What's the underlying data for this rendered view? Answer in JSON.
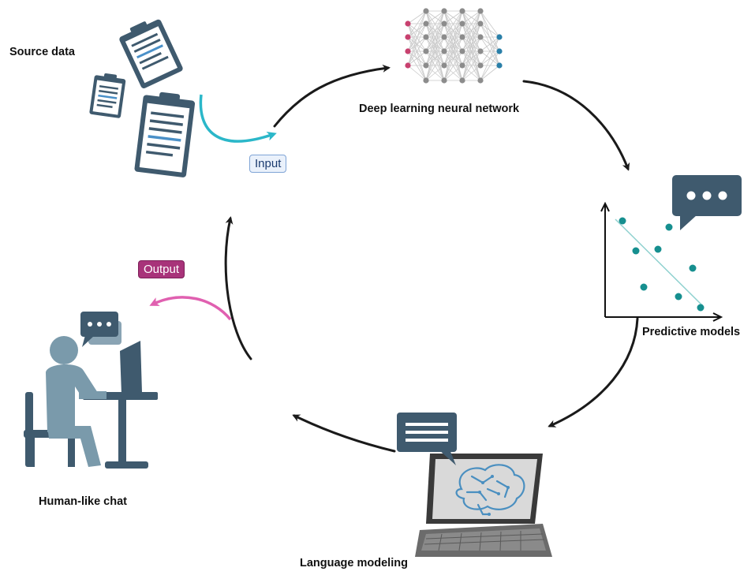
{
  "labels": {
    "source_data": "Source data",
    "deep_learning": "Deep learning neural network",
    "predictive_models": "Predictive models",
    "language_modeling": "Language modeling",
    "human_chat": "Human-like chat"
  },
  "tags": {
    "input": "Input",
    "output": "Output"
  },
  "colors": {
    "cycle_arrow": "#1a1a1a",
    "input_arrow": "#2bb7c9",
    "output_arrow": "#e060b0",
    "slate": "#3f5a6e",
    "teal_dot": "#168f8f",
    "pink_node": "#c8416f",
    "blue_node": "#2a7fa8"
  },
  "icons": [
    "clipboard-icon",
    "neural-network-icon",
    "scatter-plot-icon",
    "speech-bubble-icon",
    "laptop-brain-icon",
    "person-at-computer-icon",
    "chat-bubble-icon"
  ]
}
